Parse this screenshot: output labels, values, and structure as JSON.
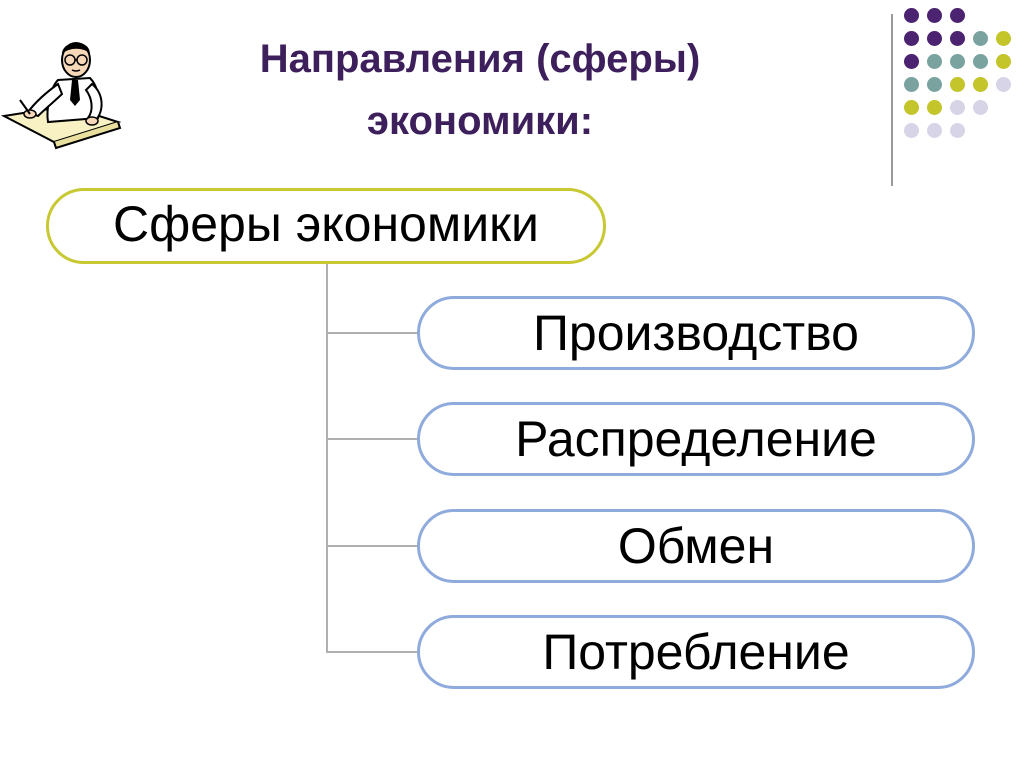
{
  "slide": {
    "title_line1": "Направления (сферы)",
    "title_line2": "экономики:"
  },
  "diagram": {
    "root": "Сферы экономики",
    "children": [
      "Производство",
      "Распределение",
      "Обмен",
      "Потребление"
    ]
  },
  "colors": {
    "title": "#3d1f5c",
    "root_border": "#c7c832",
    "child_border": "#8faadc",
    "connector": "#b0b0b0",
    "dot_purple": "#4b2370",
    "dot_teal": "#7aa3a0",
    "dot_olive": "#c3c52a",
    "dot_lavender": "#d6d4e6"
  },
  "icons": {
    "illustration": "writing-man-icon",
    "decoration": "dot-grid-icon"
  }
}
